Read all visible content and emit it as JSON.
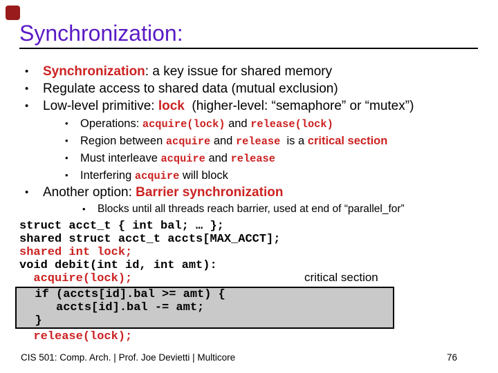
{
  "meta": {
    "bullet_char": "•"
  },
  "colors": {
    "title_purple": "#5a1ac4",
    "accent_red": "#cc2222",
    "code_box_gray": "#c9c9c9",
    "corner_square_red": "#991b1b",
    "rule_black": "#000000"
  },
  "title": "Synchronization:",
  "bullets_l1": [
    [
      {
        "t": "Synchronization",
        "s": "r"
      },
      {
        "t": ": a key issue for shared memory",
        "s": "p"
      }
    ],
    [
      {
        "t": "Regulate access to shared data (mutual exclusion)",
        "s": "p"
      }
    ],
    [
      {
        "t": "Low-level primitive: ",
        "s": "p"
      },
      {
        "t": "lock",
        "s": "r"
      },
      {
        "t": "  (higher-level: “semaphore” or “mutex”)",
        "s": "p"
      }
    ]
  ],
  "sub_bullets": [
    [
      {
        "t": "Operations: ",
        "s": "p"
      },
      {
        "t": "acquire(lock)",
        "s": "m"
      },
      {
        "t": " and ",
        "s": "p"
      },
      {
        "t": "release(lock)",
        "s": "m"
      }
    ],
    [
      {
        "t": "Region between ",
        "s": "p"
      },
      {
        "t": "acquire",
        "s": "m"
      },
      {
        "t": " and ",
        "s": "p"
      },
      {
        "t": "release",
        "s": "m"
      },
      {
        "t": "  is a ",
        "s": "p"
      },
      {
        "t": "critical section",
        "s": "r"
      }
    ],
    [
      {
        "t": "Must interleave ",
        "s": "p"
      },
      {
        "t": "acquire",
        "s": "m"
      },
      {
        "t": " and ",
        "s": "p"
      },
      {
        "t": "release",
        "s": "m"
      }
    ],
    [
      {
        "t": "Interfering ",
        "s": "p"
      },
      {
        "t": "acquire",
        "s": "m"
      },
      {
        "t": " will block",
        "s": "p"
      }
    ]
  ],
  "another_option": [
    {
      "t": "Another option: ",
      "s": "p"
    },
    {
      "t": "Barrier synchronization",
      "s": "r"
    }
  ],
  "blocks_bullet": [
    {
      "t": "Blocks until all threads reach barrier, used at end of “parallel_for”",
      "s": "p"
    }
  ],
  "code": {
    "critical_label": "critical section",
    "lines_before_box": [
      [
        {
          "t": "struct acct_t { int bal; … };",
          "s": "k"
        }
      ],
      [
        {
          "t": "shared struct acct_t accts[MAX_ACCT];",
          "s": "k"
        }
      ],
      [
        {
          "t": "shared int lock;",
          "s": "c"
        }
      ],
      [
        {
          "t": "void debit(int id, int amt):",
          "s": "k"
        }
      ],
      [
        {
          "t": "  acquire(lock);",
          "s": "c"
        }
      ]
    ],
    "lines_in_box": [
      [
        {
          "t": "  if (accts[id].bal >= amt) {",
          "s": "k"
        }
      ],
      [
        {
          "t": "     accts[id].bal -= amt;",
          "s": "k"
        }
      ],
      [
        {
          "t": "  }",
          "s": "k"
        }
      ]
    ],
    "lines_after_box": [
      [
        {
          "t": "  release(lock);",
          "s": "c"
        }
      ]
    ]
  },
  "footer": {
    "left_text": "CIS 501: Comp. Arch.  |  Prof. Joe Devietti  |  Multicore",
    "page_number": "76"
  }
}
